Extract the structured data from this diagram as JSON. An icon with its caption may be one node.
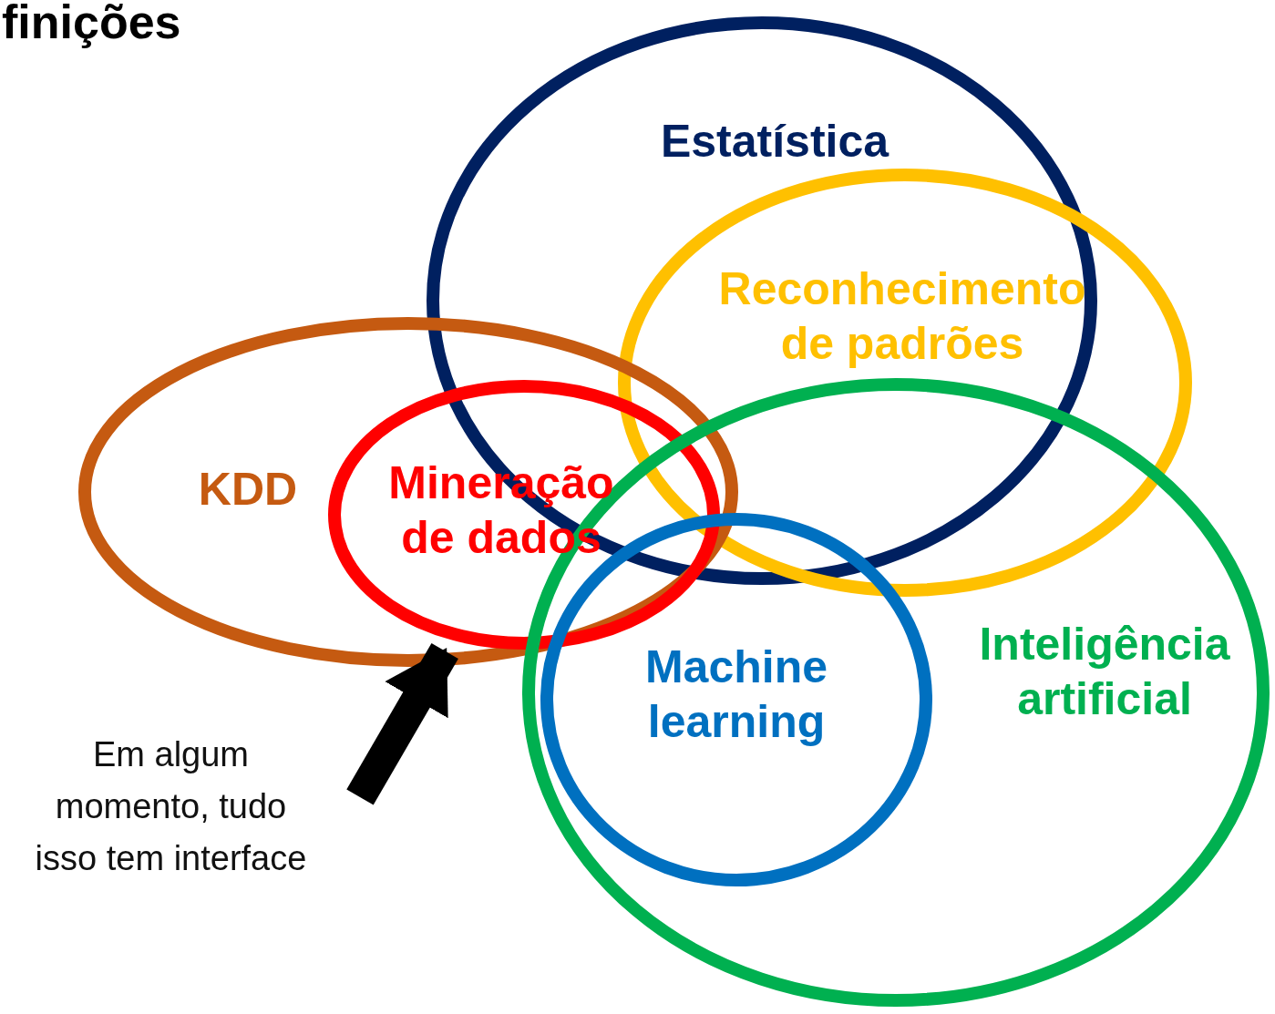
{
  "diagram": {
    "title": "finições",
    "nodes": [
      {
        "text": [
          "Estatística"
        ]
      },
      {
        "text": [
          "Reconhecimento de padrões"
        ]
      },
      {
        "text": [
          "KDD"
        ]
      },
      {
        "text": [
          "Mineração de dados"
        ],
        "in": 2
      },
      {
        "text": [
          "Inteligência artificial"
        ]
      },
      {
        "text": [
          "Machine learning"
        ],
        "in": 4
      },
      {
        "text": [
          "Em algum momento, tudo isso tem interface"
        ]
      }
    ],
    "edges": [
      {
        "from": 6,
        "to": 3,
        "arrow": "to"
      }
    ]
  }
}
